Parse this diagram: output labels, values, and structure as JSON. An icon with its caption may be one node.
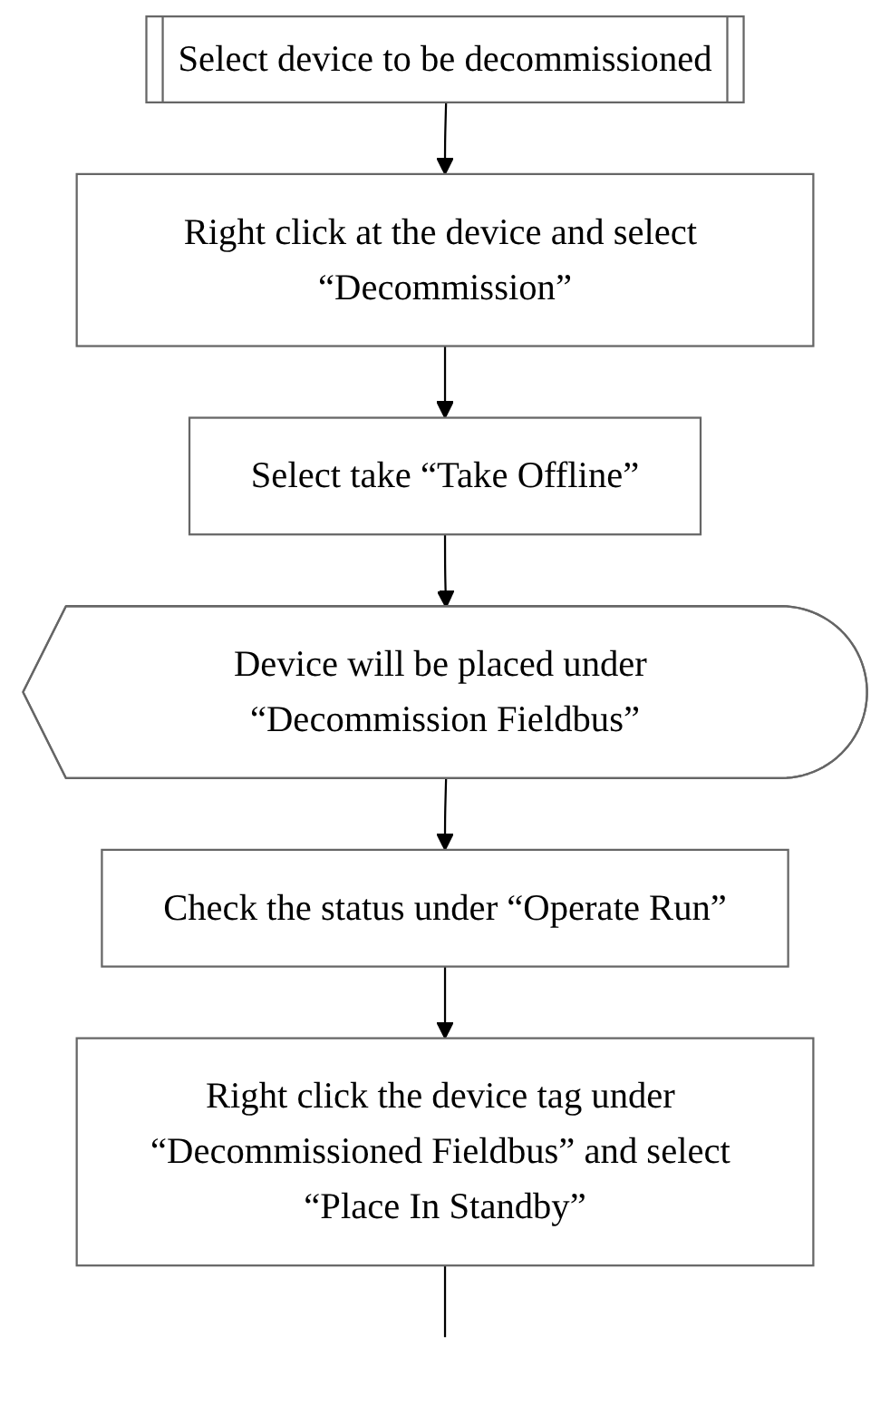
{
  "diagram": {
    "nodes": [
      {
        "text": [
          "Select device to be decommissioned"
        ]
      },
      {
        "text": [
          "Right click at the device and select “Decommission”"
        ]
      },
      {
        "text": [
          "Select take “Take Offline”"
        ]
      },
      {
        "text": [
          "Device will be placed under “Decommission Fieldbus”"
        ]
      },
      {
        "text": [
          "Check the status under “Operate Run”"
        ]
      },
      {
        "text": [
          "Right click the device tag under “Decommissioned Fieldbus” and select “Place In Standby”"
        ]
      }
    ],
    "edges": [
      {
        "from": 0,
        "to": 1,
        "arrow": "to"
      },
      {
        "from": 1,
        "to": 2,
        "arrow": "to"
      },
      {
        "from": 2,
        "to": 3,
        "arrow": "to"
      },
      {
        "from": 3,
        "to": 4,
        "arrow": "to"
      },
      {
        "from": 4,
        "to": 5,
        "arrow": "to"
      },
      {
        "from": 5,
        "to": null,
        "arrow": "none"
      }
    ]
  }
}
